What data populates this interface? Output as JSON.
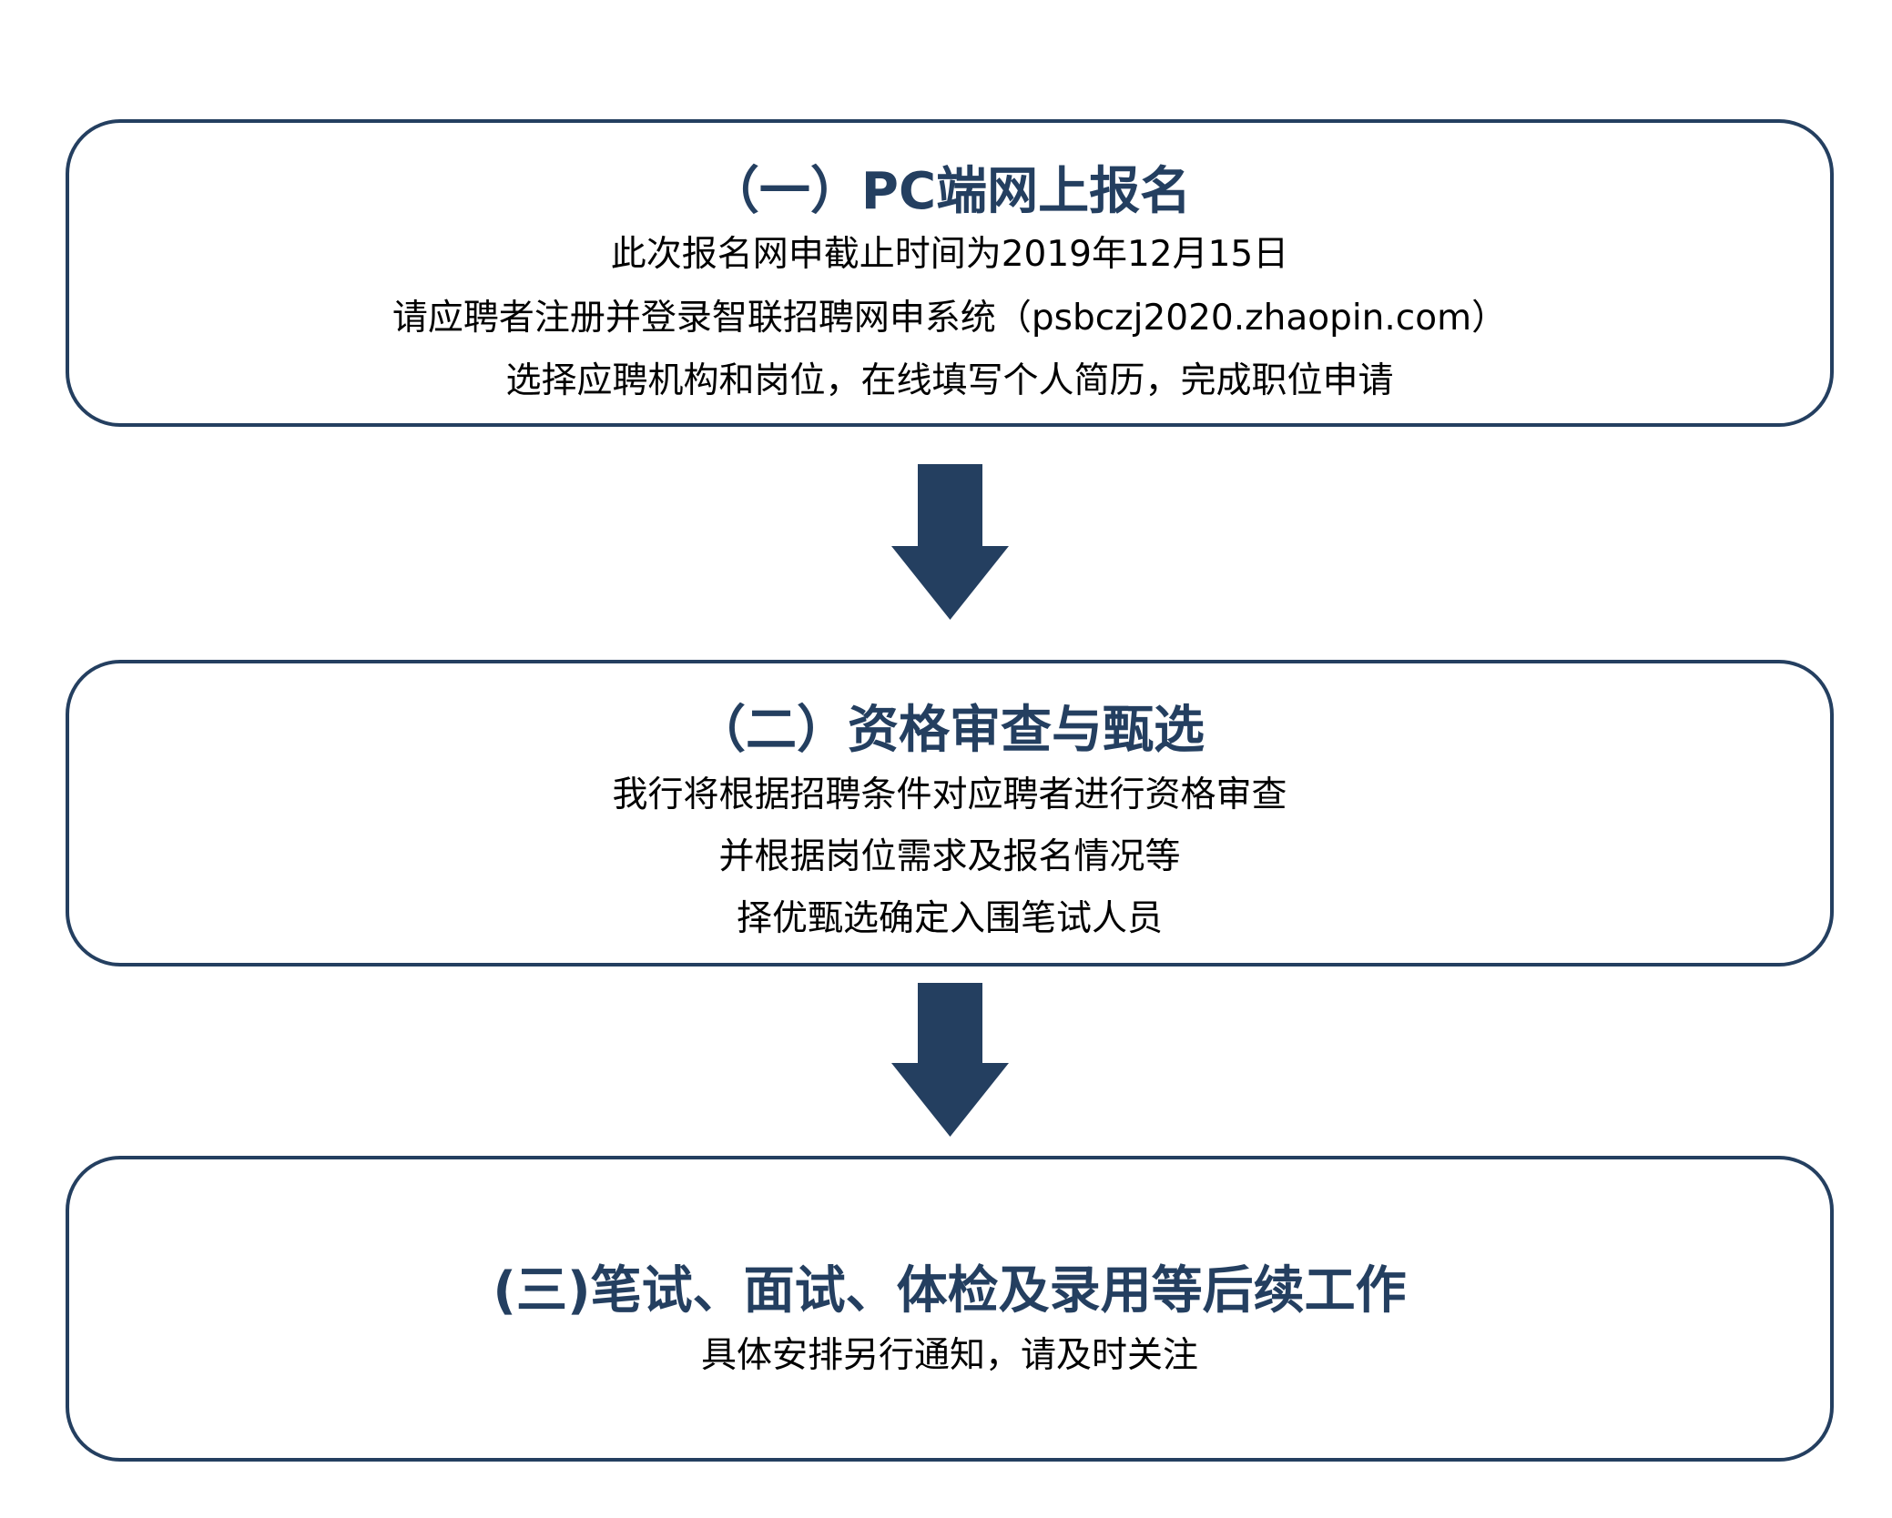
{
  "steps": [
    {
      "title": "（一）PC端网上报名",
      "lines": [
        "此次报名网申截止时间为2019年12月15日",
        "请应聘者注册并登录智联招聘网申系统（psbczj2020.zhaopin.com）",
        "选择应聘机构和岗位，在线填写个人简历，完成职位申请"
      ]
    },
    {
      "title": "（二）资格审查与甄选",
      "lines": [
        "我行将根据招聘条件对应聘者进行资格审查",
        "并根据岗位需求及报名情况等",
        "择优甄选确定入围笔试人员"
      ]
    },
    {
      "title": "(三)笔试、面试、体检及录用等后续工作",
      "lines": [
        "具体安排另行通知，请及时关注"
      ]
    }
  ],
  "colors": {
    "accent": "#243f60"
  }
}
